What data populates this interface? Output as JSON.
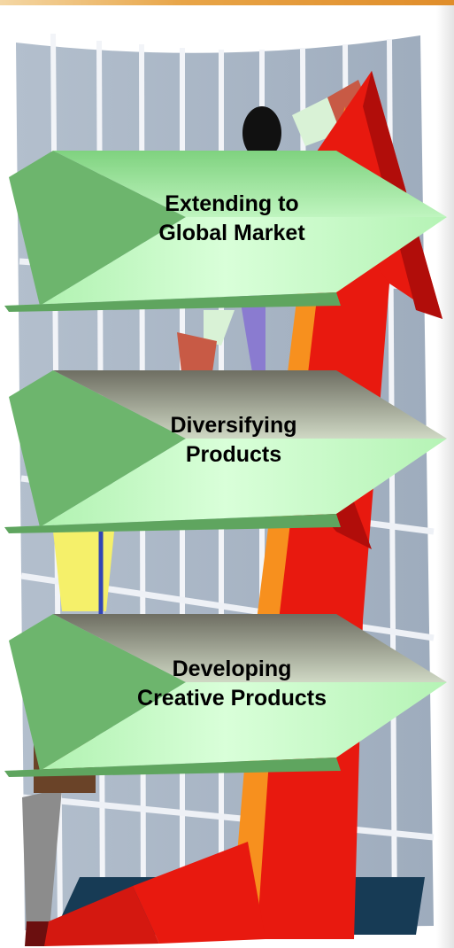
{
  "colors": {
    "background": "#ffffff",
    "accent_bar": "#e08d2a",
    "building": "#a9b6c6",
    "building_lines": "#f2f4f8",
    "arrow": "#e8190f",
    "arrow_shadow": "#b10d0a",
    "arrow_edge": "#f7901e",
    "banner_light": "#cfffcf",
    "banner_mid": "#99e899",
    "banner_dark_face": "#6db56d",
    "banner_top_grey": "#8a8a7a",
    "text": "#000000"
  },
  "banners": [
    {
      "id": "global",
      "label": "Extending to\nGlobal Market",
      "top_shade": "green"
    },
    {
      "id": "diversify",
      "label": "Diversifying\nProducts",
      "top_shade": "grey"
    },
    {
      "id": "creative",
      "label": "Developing\nCreative Products",
      "top_shade": "grey"
    }
  ],
  "icons": {
    "building": "building-icon",
    "arrow": "growth-arrow-icon",
    "climbers": "climbing-people-icon",
    "briefcase": "briefcase-icon"
  }
}
